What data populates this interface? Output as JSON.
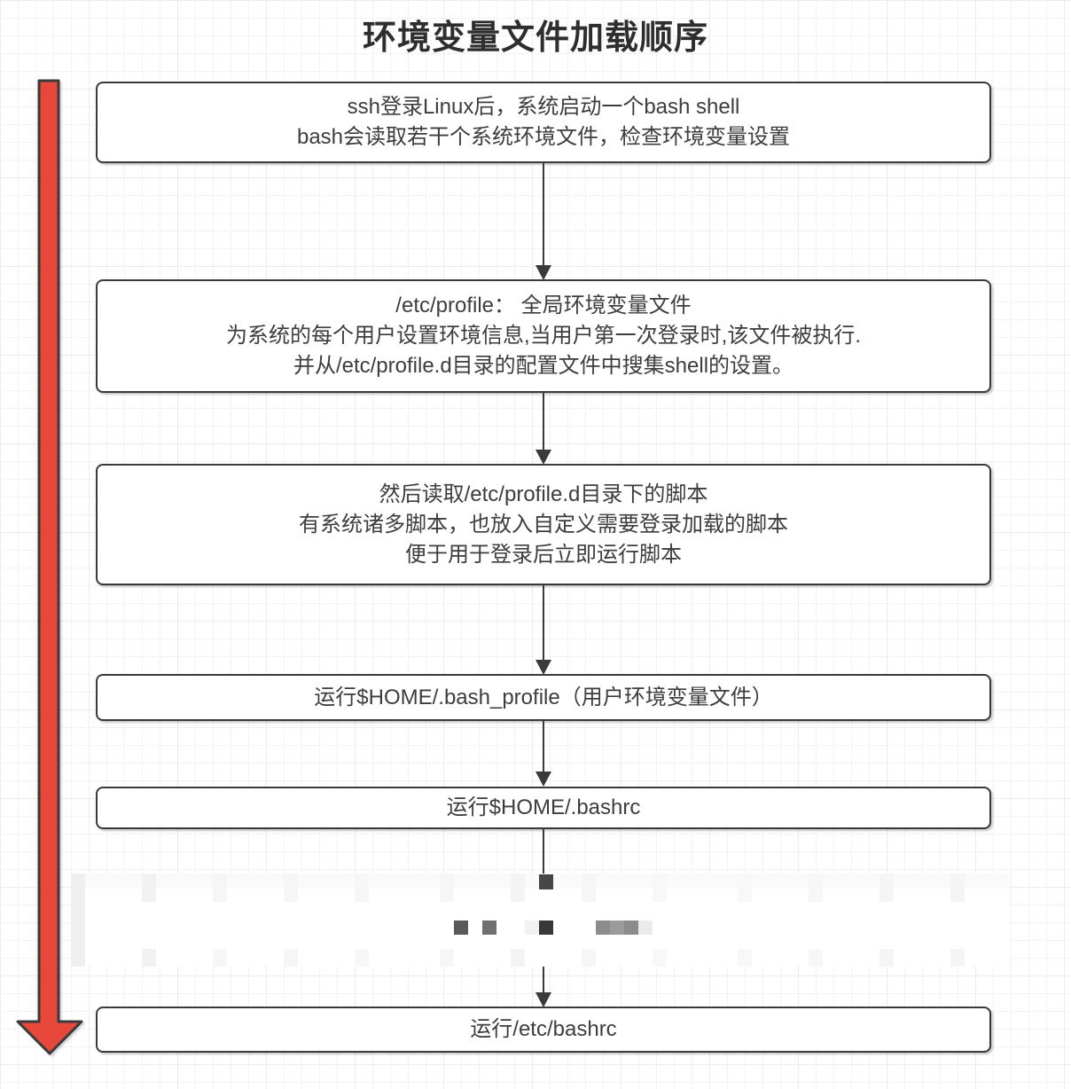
{
  "title": "环境变量文件加载顺序",
  "palette": {
    "accent_red": "#E8483C",
    "stroke_dark": "#3A3A3A",
    "text_dark": "#3D3D3D",
    "grid_line": "#F3F3F3"
  },
  "flow": {
    "direction": "top-to-bottom",
    "boxes": [
      {
        "id": "step-1",
        "lines": [
          "ssh登录Linux后，系统启动一个bash shell",
          "bash会读取若干个系统环境文件，检查环境变量设置"
        ]
      },
      {
        "id": "step-2",
        "lines": [
          "/etc/profile： 全局环境变量文件",
          "为系统的每个用户设置环境信息,当用户第一次登录时,该文件被执行.",
          "并从/etc/profile.d目录的配置文件中搜集shell的设置。"
        ]
      },
      {
        "id": "step-3",
        "lines": [
          "然后读取/etc/profile.d目录下的脚本",
          "有系统诸多脚本，也放入自定义需要登录加载的脚本",
          "便于用于登录后立即运行脚本"
        ]
      },
      {
        "id": "step-4",
        "lines": [
          "运行$HOME/.bash_profile（用户环境变量文件）"
        ]
      },
      {
        "id": "step-5",
        "lines": [
          "运行$HOME/.bashrc"
        ]
      },
      {
        "id": "step-6",
        "lines": [
          "运行/etc/bashrc"
        ]
      }
    ],
    "censored_note": "pixelated-mosaic-region-between-step-5-and-step-6"
  }
}
